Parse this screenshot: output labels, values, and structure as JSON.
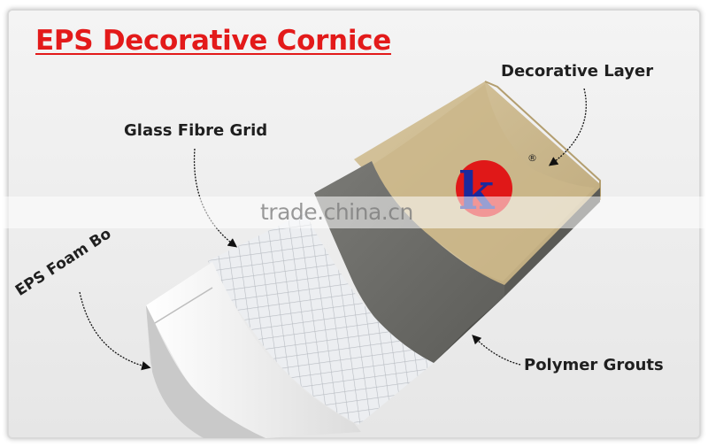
{
  "title": "EPS Decorative Cornice",
  "labels": {
    "decorative_layer": "Decorative Layer",
    "glass_fibre_grid": "Glass Fibre Grid",
    "eps_foam_board": "EPS Foam Bo",
    "polymer_grouts": "Polymer Grouts"
  },
  "watermark": "trade.china.cn",
  "logo": {
    "letter": "k",
    "registered_mark": "®"
  },
  "colors": {
    "title": "#e31a1a",
    "decorative_layer": "#c9b48c",
    "polymer_grout": "#6e6e6a",
    "glass_fibre": "#e9ebee",
    "eps_foam": "#f2f2f2",
    "logo_red": "#e01818",
    "logo_blue": "#1b2a9c"
  },
  "icons": [
    "arrow-icon",
    "logo-icon"
  ]
}
